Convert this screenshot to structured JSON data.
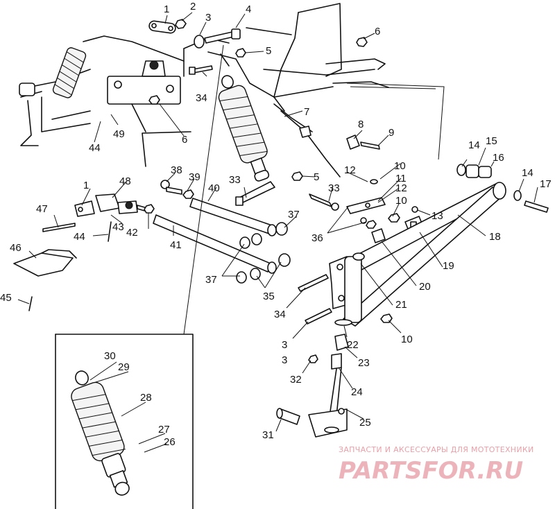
{
  "figure": {
    "type": "exploded parts diagram"
  },
  "callouts": [
    "1",
    "2",
    "3",
    "4",
    "5",
    "6",
    "7",
    "8",
    "9",
    "10",
    "11",
    "12",
    "13",
    "14",
    "15",
    "16",
    "17",
    "18",
    "19",
    "20",
    "21",
    "22",
    "23",
    "24",
    "25",
    "26",
    "27",
    "28",
    "29",
    "30",
    "31",
    "32",
    "33",
    "34",
    "35",
    "36",
    "37",
    "38",
    "39",
    "40",
    "41",
    "42",
    "43",
    "44",
    "45",
    "46",
    "47",
    "48",
    "49"
  ],
  "watermark": {
    "caption": "ЗАПЧАСТИ И АКСЕССУАРЫ ДЛЯ МОТОТЕХНИКИ",
    "logo": "PARTSFOR.RU",
    "color": "#e9a0a8"
  }
}
